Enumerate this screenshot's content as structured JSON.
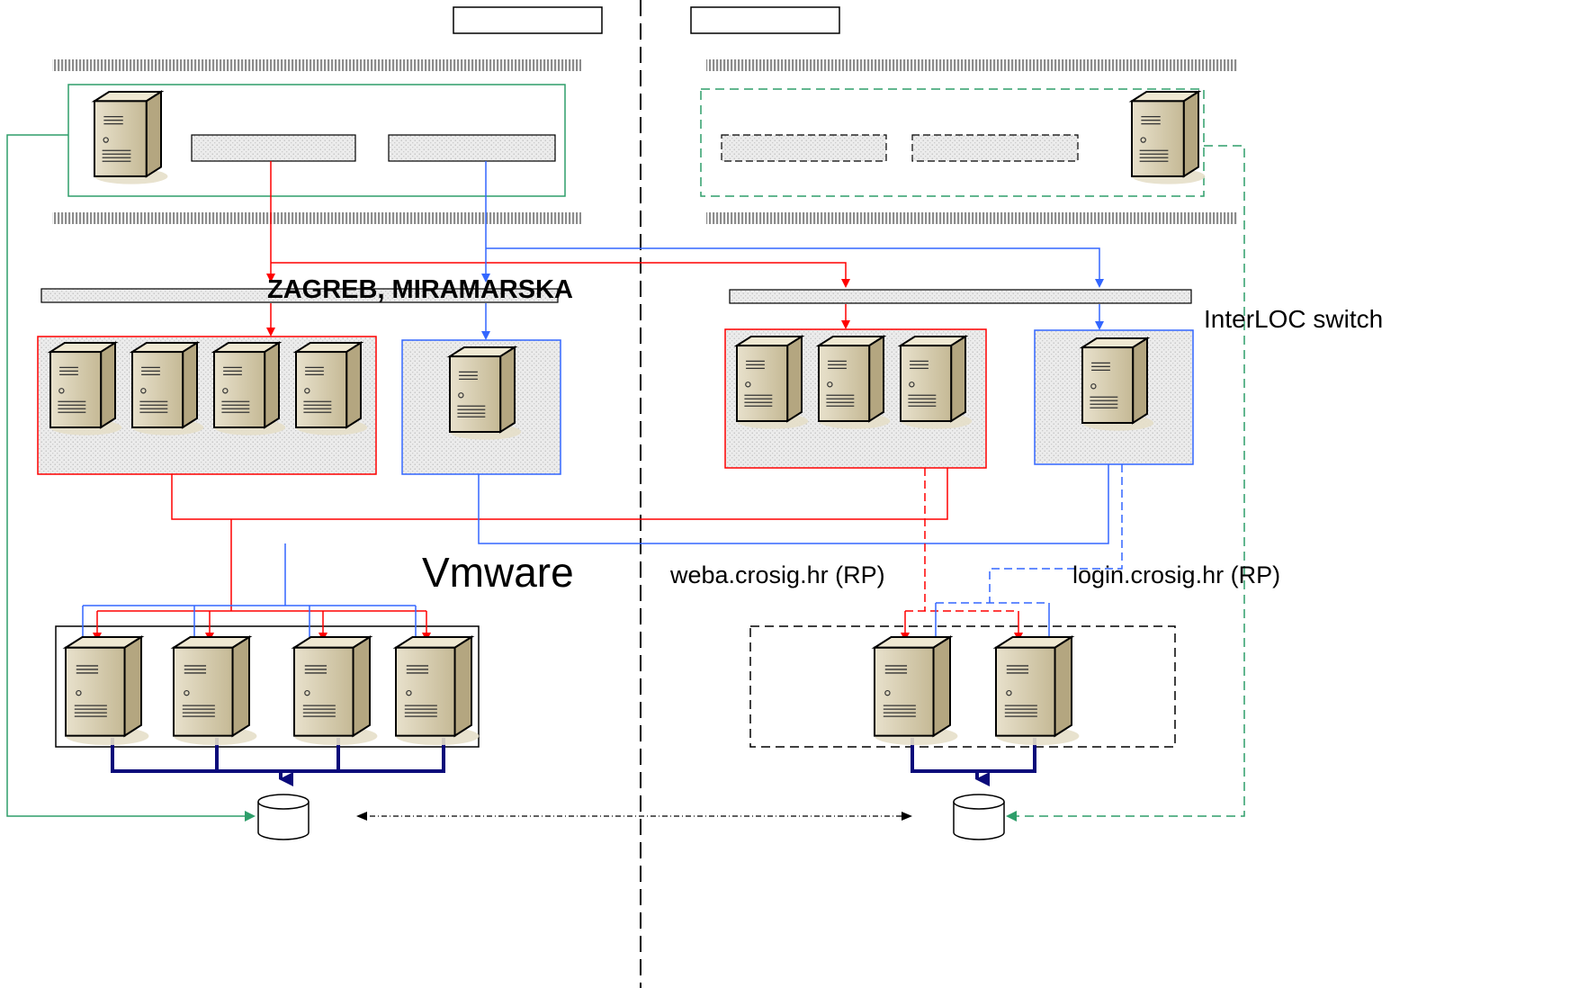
{
  "labels": {
    "site_left": "ZAGREB, MIRAMARSKA",
    "switch": "InterLOC switch",
    "vmware": "Vmware",
    "weba": "weba.crosig.hr (RP)",
    "login": "login.crosig.hr (RP)"
  },
  "header_boxes": [
    "",
    ""
  ],
  "icons": [
    "server-icon",
    "database-icon"
  ],
  "colors": {
    "red": "#ff0000",
    "blue": "#3366ff",
    "green": "#2e9e6a",
    "navy": "#0a0a7a",
    "server_front": "#d2c8aa",
    "server_side": "#b4a680"
  }
}
